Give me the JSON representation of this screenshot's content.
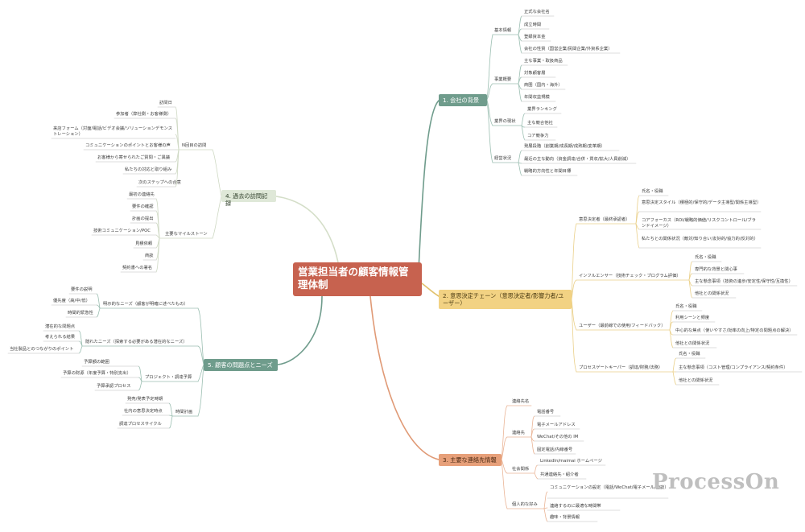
{
  "title": "営業担当者の顧客情報管理体制",
  "colors": {
    "branch1": "#6f9c8c",
    "branch2": "#f2d283",
    "branch3": "#e7a07a",
    "branch4": "#dfe8d8",
    "branch5": "#6f9c8c",
    "root": "#c7624f"
  },
  "branches": {
    "b1": {
      "label": "1. 会社の背景",
      "sub": {
        "s1": {
          "label": "基本情報",
          "items": [
            "正式な会社名",
            "成立時間",
            "登録資本金",
            "会社の性質（国営企業/民間企業/外資系企業）"
          ]
        },
        "s2": {
          "label": "事業概要",
          "items": [
            "主な事業・取扱商品",
            "対象顧客層",
            "商圏（国内・海外）",
            "年間収益規模"
          ]
        },
        "s3": {
          "label": "業界の現状",
          "items": [
            "業界ランキング",
            "主な競合他社",
            "コア競争力"
          ]
        },
        "s4": {
          "label": "経営状況",
          "items": [
            "発展段階（創業期/成長期/成熟期/変革期）",
            "最近の主な動向（資金調達/合併・買収/拡大/人員削減）",
            "戦略的方向性と年間目標"
          ]
        }
      }
    },
    "b2": {
      "label": "2. 意思決定チェーン（意思決定者/影響力者/ユーザー）",
      "sub": {
        "s1": {
          "label": "意思決定者（最終承認者）",
          "items": [
            "氏名・役職",
            "意思決定スタイル（積極的/保守的/データ主導型/関係主導型）",
            "コアフォーカス（ROI/戦略的価値/リスクコントロール/ブランドイメージ）",
            "私たちとの関係状況（敵対/知り合い/友好的/協力的/反対的）"
          ]
        },
        "s2": {
          "label": "インフルエンサー（技術チェック・プログラム評価）",
          "items": [
            "氏名・役職",
            "専門的な背景と関心事",
            "主な懸念事項（技術の進歩/安定性/保守性/互換性）",
            "他社との関係状況"
          ]
        },
        "s3": {
          "label": "ユーザー（最前線での使用/フィードバック）",
          "items": [
            "氏名・役職",
            "利用シーンと頻度",
            "中心的な焦点（使いやすさ/効率の向上/特定の問題点の解決）",
            "他社との関係状況"
          ]
        },
        "s4": {
          "label": "プロセスゲートキーパー（調達/財務/法務）",
          "items": [
            "氏名・役職",
            "主な懸念事項（コスト管理/コンプライアンス/契約条件）",
            "他社との関係状況"
          ]
        }
      }
    },
    "b3": {
      "label": "3. 主要な連絡先情報",
      "sub": {
        "s1": {
          "label": "連絡先名",
          "items": []
        },
        "s2": {
          "label": "連絡先",
          "items": [
            "電話番号",
            "電子メールアドレス",
            "WeChat/その他の IM",
            "固定電話/内線番号"
          ]
        },
        "s3": {
          "label": "社会関係",
          "items": [
            "LinkedIn/maimai ホームページ",
            "共通連絡先・紹介者"
          ]
        },
        "s4": {
          "label": "個人的な好み",
          "items": [
            "コミュニケーションの設定（電話/WeChat/電子メール/面談）",
            "連絡するのに最適な時間帯",
            "趣味・背景情報"
          ]
        }
      }
    },
    "b4": {
      "label": "4. 過去の訪問記録",
      "sub": {
        "s1": {
          "label": "N回目の訪問",
          "items": [
            "訪問日",
            "参加者（弊社側・お客様側）",
            "来店フォーム（対面/電話/ビデオ会議/ソリューションデモンストレーション）",
            "コミュニケーションのポイントとお客様の声",
            "お客様から寄せられたご質問・ご異議",
            "私たちの対応と取り組み",
            "次のステップへの合意"
          ]
        },
        "s2": {
          "label": "主要なマイルストーン",
          "items": [
            "最初の連絡先",
            "要件の確認",
            "計画の提出",
            "技術コミュニケーション/POC",
            "見積依頼",
            "商談",
            "契約書への署名"
          ]
        }
      }
    },
    "b5": {
      "label": "5. 顧客の問題点とニーズ",
      "sub": {
        "s1": {
          "label": "明示的なニーズ（顧客が明確に述べたもの）",
          "items": [
            "要件の説明",
            "優先度（高/中/低）",
            "時間的緊急性"
          ]
        },
        "s2": {
          "label": "隠れたニーズ（探索する必要がある潜在的なニーズ）",
          "items": [
            "潜在的な問題点",
            "考えられる結果",
            "当社製品とのつながりのポイント"
          ]
        },
        "s3": {
          "label": "プロジェクト・調達予算",
          "items": [
            "予算額の範囲",
            "予算の財源（年度予算・特別支出）",
            "予算承認プロセス"
          ]
        },
        "s4": {
          "label": "時間計画",
          "items": [
            "発売/発表予定時期",
            "社内の意思決定時点",
            "調達プロセスサイクル"
          ]
        }
      }
    }
  },
  "watermark": "ProcessOn"
}
